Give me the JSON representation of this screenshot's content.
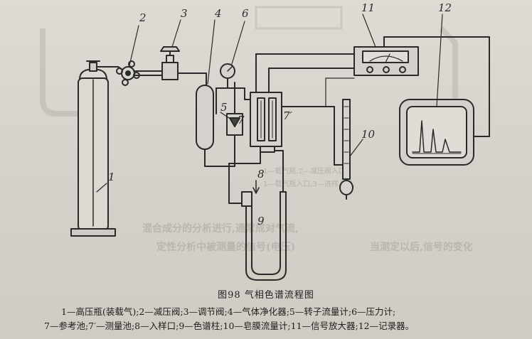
{
  "caption": "图98  气相色谱流程图",
  "legend_line1": "1—高压瓶(装载气);2—减压阀;3—调节阀;4—气体净化器;5—转子流量计;6—压力计;",
  "legend_line2": "7—参考池;7′—测量池;8—入样口;9—色谱柱;10—皂膜流量计;11—信号放大器;12—记录器。",
  "labels": {
    "n1": "1",
    "n2": "2",
    "n3": "3",
    "n4": "4",
    "n5": "5",
    "n6": "6",
    "n7": "7",
    "n7p": "7′",
    "n8": "8",
    "n9": "9",
    "n10": "10",
    "n11": "11",
    "n12": "12"
  },
  "bleed": {
    "b1": "1—载气瓶,2—减压阀入口,",
    "b2": "1—载气瓶入口,3—进样入口,",
    "b3": "混合成分的分析进行,通常成对气流,",
    "b4": "定性分析中被测量的信号(电压)",
    "b5": "当测定以后,信号的变化"
  },
  "colors": {
    "ink": "#2a2a2a",
    "paper": "#d9d6cf"
  }
}
